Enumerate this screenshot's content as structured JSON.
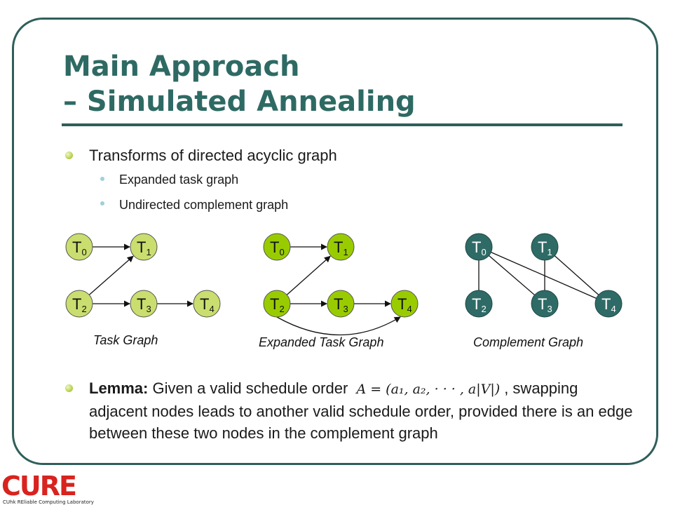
{
  "slide": {
    "title_line1": "Main Approach",
    "title_line2": "– Simulated Annealing",
    "bullets": [
      {
        "text": "Transforms of directed acyclic graph",
        "sub": [
          "Expanded task graph",
          "Undirected complement graph"
        ]
      }
    ],
    "lemma": {
      "label": "Lemma:",
      "text_before": "Given a valid schedule order",
      "formula": "A = (a₁, a₂, · · · , a|V|)",
      "text_after": ", swapping adjacent nodes leads to another valid schedule order, provided there is an edge between these two nodes in the complement graph"
    }
  },
  "graphs": {
    "task": {
      "caption": "Task Graph",
      "nodes": [
        {
          "id": "T0",
          "base": "T",
          "sub": "0"
        },
        {
          "id": "T1",
          "base": "T",
          "sub": "1"
        },
        {
          "id": "T2",
          "base": "T",
          "sub": "2"
        },
        {
          "id": "T3",
          "base": "T",
          "sub": "3"
        },
        {
          "id": "T4",
          "base": "T",
          "sub": "4"
        }
      ],
      "edges": [
        [
          "T0",
          "T1"
        ],
        [
          "T2",
          "T1"
        ],
        [
          "T2",
          "T3"
        ],
        [
          "T3",
          "T4"
        ]
      ],
      "fill": "#c9de6e"
    },
    "expanded": {
      "caption": "Expanded Task Graph",
      "nodes": [
        {
          "id": "T0",
          "base": "T",
          "sub": "0"
        },
        {
          "id": "T1",
          "base": "T",
          "sub": "1"
        },
        {
          "id": "T2",
          "base": "T",
          "sub": "2"
        },
        {
          "id": "T3",
          "base": "T",
          "sub": "3"
        },
        {
          "id": "T4",
          "base": "T",
          "sub": "4"
        }
      ],
      "edges": [
        [
          "T0",
          "T1"
        ],
        [
          "T2",
          "T1"
        ],
        [
          "T2",
          "T3"
        ],
        [
          "T3",
          "T4"
        ],
        [
          "T2",
          "T4"
        ]
      ],
      "fill": "#99cc00"
    },
    "complement": {
      "caption": "Complement Graph",
      "nodes": [
        {
          "id": "T0",
          "base": "T",
          "sub": "0"
        },
        {
          "id": "T1",
          "base": "T",
          "sub": "1"
        },
        {
          "id": "T2",
          "base": "T",
          "sub": "2"
        },
        {
          "id": "T3",
          "base": "T",
          "sub": "3"
        },
        {
          "id": "T4",
          "base": "T",
          "sub": "4"
        }
      ],
      "edges": [
        [
          "T0",
          "T2"
        ],
        [
          "T0",
          "T3"
        ],
        [
          "T0",
          "T4"
        ],
        [
          "T1",
          "T3"
        ],
        [
          "T1",
          "T4"
        ]
      ],
      "fill": "#2f6b66"
    }
  },
  "logo": {
    "wordmark": "CURE",
    "tagline": "CUhk REliable Computing Laboratory",
    "color": "#d8231f"
  },
  "colors": {
    "title": "#2e6a63",
    "frame": "#2f5f5a"
  }
}
